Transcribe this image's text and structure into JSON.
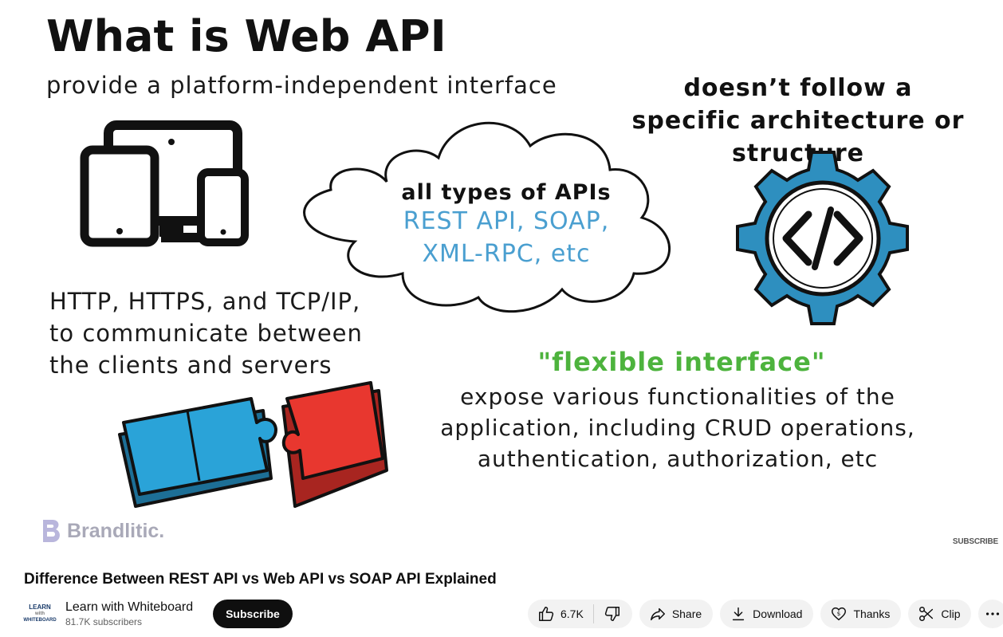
{
  "video": {
    "slide_title": "What is Web API",
    "subtitle": "provide a platform-independent interface",
    "right_heading": "doesn’t follow a specific architecture or structure",
    "cloud_heading": "all types of APIs",
    "cloud_body": "REST API, SOAP,\nXML-RPC, etc",
    "protocols_text": "HTTP, HTTPS, and TCP/IP,\nto communicate between\nthe clients and servers",
    "flexible_heading": "\"flexible interface\"",
    "flexible_body": "expose various functionalities of the application, including CRUD operations, authentication, authorization, etc",
    "brand_name": "Brandlitic.",
    "subscribe_watermark": "SUBSCRIBE",
    "colors": {
      "gear_blue": "#2e8fbf",
      "puzzle_blue": "#2aa3d8",
      "puzzle_red": "#e8372f",
      "flexible_green": "#4db33d",
      "cloud_text_blue": "#4a9fd0"
    }
  },
  "page": {
    "video_title": "Difference Between REST API vs Web API vs SOAP API Explained"
  },
  "channel": {
    "avatar_line1": "LEARN",
    "avatar_line2": "with",
    "avatar_line3": "WHITEBOARD",
    "name": "Learn with Whiteboard",
    "subscribers": "81.7K subscribers",
    "subscribe_label": "Subscribe"
  },
  "actions": {
    "like_count": "6.7K",
    "share_label": "Share",
    "download_label": "Download",
    "thanks_label": "Thanks",
    "clip_label": "Clip",
    "icons": [
      "thumbs-up-icon",
      "thumbs-down-icon",
      "share-icon",
      "download-icon",
      "thanks-icon",
      "scissors-icon",
      "more-icon"
    ]
  }
}
